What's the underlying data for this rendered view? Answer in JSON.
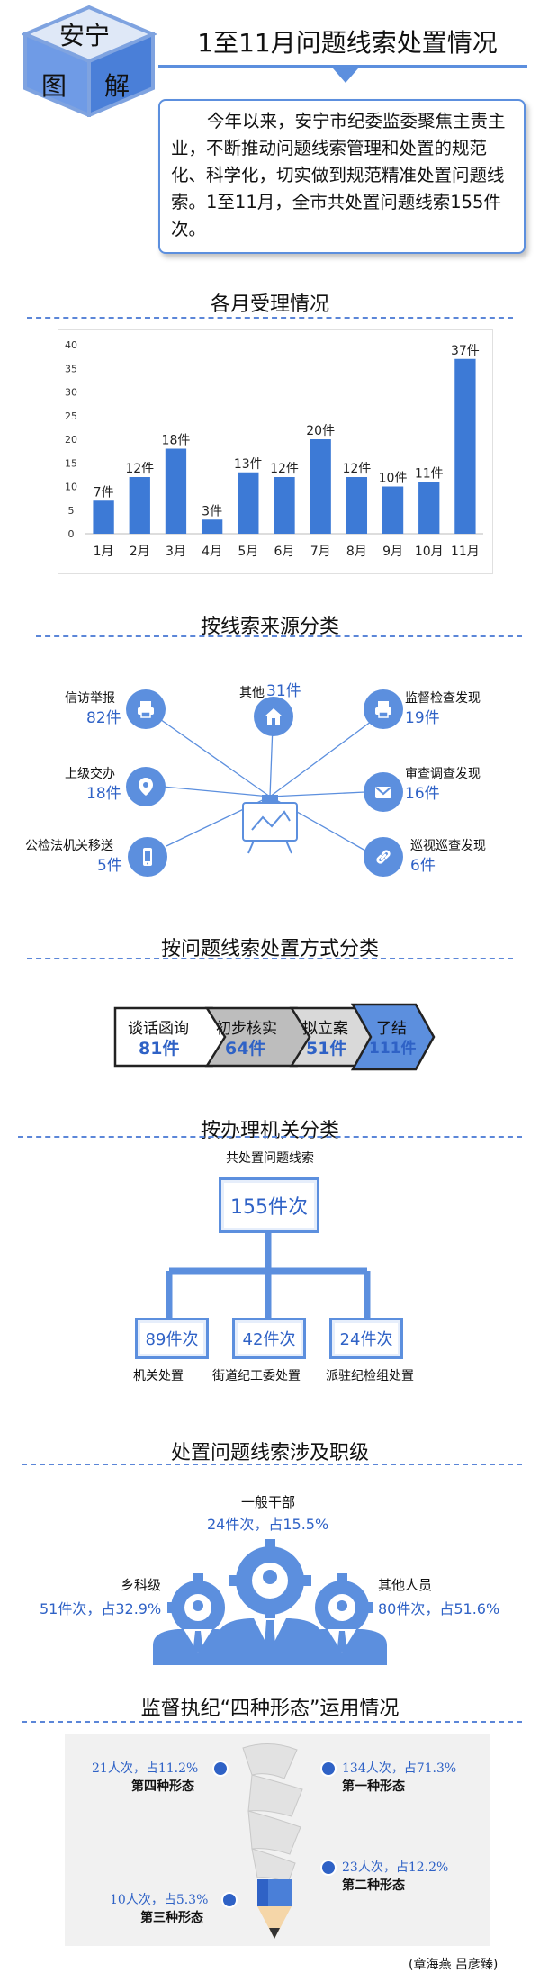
{
  "header": {
    "logo_top": "安宁",
    "logo_left": "图",
    "logo_right": "解",
    "title": "1至11月问题线索处置情况",
    "intro": "今年以来，安宁市纪委监委聚焦主责主业，不断推动问题线索管理和处置的规范化、科学化，切实做到规范精准处置问题线索。1至11月，全市共处置问题线索155件次。"
  },
  "monthly": {
    "title": "各月受理情况",
    "chart_data": {
      "type": "bar",
      "categories": [
        "1月",
        "2月",
        "3月",
        "4月",
        "5月",
        "6月",
        "7月",
        "8月",
        "9月",
        "10月",
        "11月"
      ],
      "values": [
        7,
        12,
        18,
        3,
        13,
        12,
        20,
        12,
        10,
        11,
        37
      ],
      "data_labels": [
        "7件",
        "12件",
        "18件",
        "3件",
        "13件",
        "12件",
        "20件",
        "12件",
        "10件",
        "11件",
        "37件"
      ],
      "yticks": [
        "0",
        "5",
        "10",
        "15",
        "20",
        "25",
        "30",
        "35",
        "40"
      ],
      "ylim": [
        0,
        40
      ],
      "color": "#3d7ad6"
    }
  },
  "sources": {
    "title": "按线索来源分类",
    "items": [
      {
        "label": "信访举报",
        "value": "82件",
        "icon": "printer-icon"
      },
      {
        "label": "其他",
        "value": "31件",
        "icon": "home-icon"
      },
      {
        "label": "监督检查发现",
        "value": "19件",
        "icon": "printer-icon"
      },
      {
        "label": "上级交办",
        "value": "18件",
        "icon": "location-pin-icon"
      },
      {
        "label": "审查调查发现",
        "value": "16件",
        "icon": "envelope-icon"
      },
      {
        "label": "公检法机关移送",
        "value": "5件",
        "icon": "phone-icon"
      },
      {
        "label": "巡视巡查发现",
        "value": "6件",
        "icon": "link-icon"
      }
    ]
  },
  "methods": {
    "title": "按问题线索处置方式分类",
    "items": [
      {
        "label": "谈话函询",
        "value": "81件",
        "color": "#ffffff"
      },
      {
        "label": "初步核实",
        "value": "64件",
        "color": "#bdbdbd"
      },
      {
        "label": "拟立案",
        "value": "51件",
        "color": "#d9d9d9"
      },
      {
        "label": "了结",
        "value": "111件",
        "color": "#5c8fde"
      }
    ]
  },
  "agencies": {
    "title": "按办理机关分类",
    "root_label": "共处置问题线索",
    "root_value": "155件次",
    "children": [
      {
        "value": "89件次",
        "label": "机关处置"
      },
      {
        "value": "42件次",
        "label": "街道纪工委处置"
      },
      {
        "value": "24件次",
        "label": "派驻纪检组处置"
      }
    ]
  },
  "levels": {
    "title": "处置问题线索涉及职级",
    "items": [
      {
        "label": "一般干部",
        "value": "24件次，占15.5%"
      },
      {
        "label": "乡科级",
        "value": "51件次，占32.9%"
      },
      {
        "label": "其他人员",
        "value": "80件次，占51.6%"
      }
    ]
  },
  "forms": {
    "title": "监督执纪“四种形态”运用情况",
    "items": [
      {
        "value": "21人次，占11.2%",
        "name": "第四种形态"
      },
      {
        "value": "134人次，占71.3%",
        "name": "第一种形态"
      },
      {
        "value": "23人次，占12.2%",
        "name": "第二种形态"
      },
      {
        "value": "10人次，占5.3%",
        "name": "第三种形态"
      }
    ]
  },
  "credit": "(章海燕 吕彦臻)"
}
